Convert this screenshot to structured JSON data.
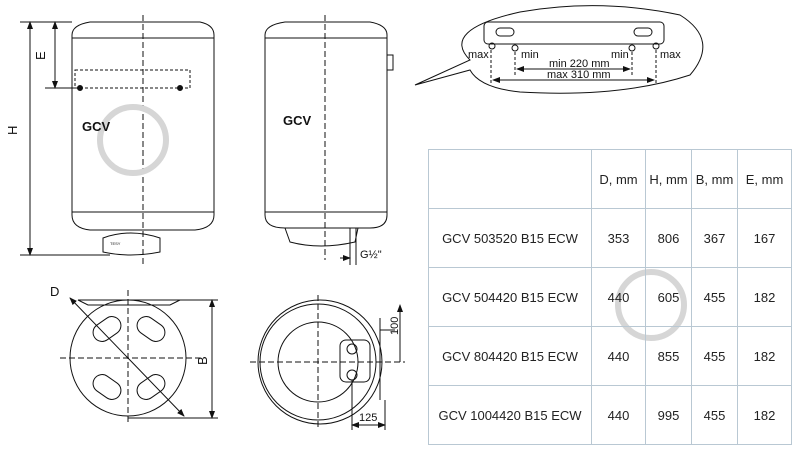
{
  "drawing": {
    "front_view": {
      "model_label": "GCV",
      "height_label": "H",
      "bracket_offset_label": "E",
      "panel_brand": "TESY"
    },
    "side_view": {
      "model_label": "GCV",
      "connection_label": "G½\""
    },
    "top_view_left": {
      "diameter_label": "D",
      "depth_label": "B"
    },
    "top_view_right": {
      "offset_label_vertical": "100",
      "offset_label_horizontal": "125"
    },
    "bracket_detail": {
      "max_left": "max",
      "min_left": "min",
      "min_right": "min",
      "max_right": "max",
      "min_distance": "min 220 mm",
      "max_distance": "max 310 mm"
    }
  },
  "table": {
    "headers": [
      "",
      "D, mm",
      "H, mm",
      "B, mm",
      "E, mm"
    ],
    "rows": [
      [
        "GCV 503520  B15 ECW",
        "353",
        "806",
        "367",
        "167"
      ],
      [
        "GCV 504420  B15 ECW",
        "440",
        "605",
        "455",
        "182"
      ],
      [
        "GCV 804420  B15 ECW",
        "440",
        "855",
        "455",
        "182"
      ],
      [
        "GCV 1004420  B15 ECW",
        "440",
        "995",
        "455",
        "182"
      ]
    ]
  },
  "colors": {
    "line": "#111111",
    "table_border": "#b9c8d3",
    "watermark": "#d0d0d0"
  }
}
